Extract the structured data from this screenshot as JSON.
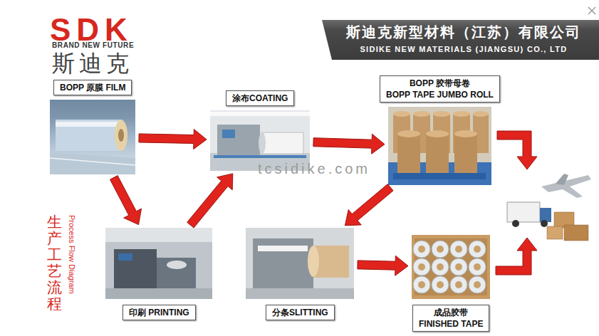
{
  "diagram": {
    "nodes": [
      {
        "text": [
          "BOPP 原膜 FILM"
        ]
      },
      {
        "text": [
          "涂布COATING"
        ]
      },
      {
        "text": [
          "BOPP 胶带母卷",
          "BOPP TAPE JUMBO ROLL"
        ]
      },
      {
        "text": [
          "印刷 PRINTING"
        ]
      },
      {
        "text": [
          "分条SLITTING"
        ]
      },
      {
        "text": [
          "成品胶带",
          "FINISHED TAPE"
        ]
      }
    ],
    "edges": [
      {
        "from": 0,
        "to": 1,
        "arrow": "to"
      },
      {
        "from": 0,
        "to": 3,
        "arrow": "to"
      },
      {
        "from": 3,
        "to": 1,
        "arrow": "to"
      },
      {
        "from": 1,
        "to": 2,
        "arrow": "to"
      },
      {
        "from": 2,
        "to": 4,
        "arrow": "to"
      },
      {
        "from": 4,
        "to": 5,
        "arrow": "to"
      }
    ],
    "labels": [
      "SDK",
      "BRAND NEW FUTURE",
      "斯迪克",
      "斯迪克新型材料（江苏）有限公司",
      "SIDIKE NEW MATERIALS (JIANGSU) CO., LTD",
      "生产工艺流程",
      "Process Flow Diagram",
      "tcsidike.com"
    ]
  }
}
